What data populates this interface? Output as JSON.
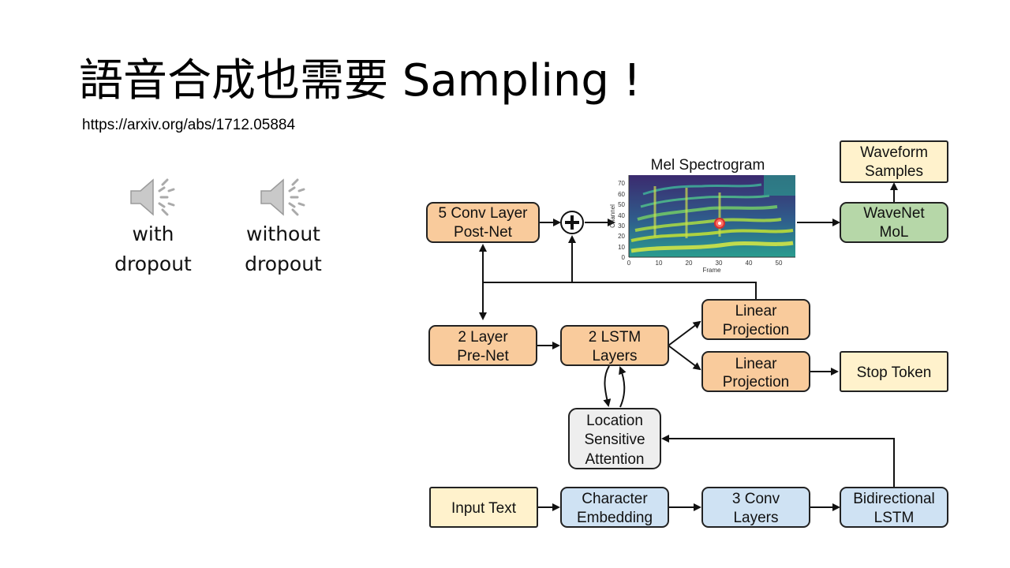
{
  "slide": {
    "title": "語音合成也需要 Sampling !",
    "link": "https://arxiv.org/abs/1712.05884"
  },
  "audio_clips": [
    {
      "label_line1": "with",
      "label_line2": "dropout",
      "icon": "speaker-icon"
    },
    {
      "label_line1": "without",
      "label_line2": "dropout",
      "icon": "speaker-icon"
    }
  ],
  "diagram": {
    "colors": {
      "decoder": "#f9cb9c",
      "encoder": "#cfe2f3",
      "vocoder": "#b6d7a8",
      "io": "#fff2cc",
      "attention": "#eeeeee"
    },
    "nodes": {
      "postnet": [
        "5 Conv Layer",
        "Post-Net"
      ],
      "waveform": [
        "Waveform",
        "Samples"
      ],
      "wavenet": [
        "WaveNet",
        "MoL"
      ],
      "prenet": [
        "2 Layer",
        "Pre-Net"
      ],
      "lstm": [
        "2 LSTM",
        "Layers"
      ],
      "linear1": [
        "Linear",
        "Projection"
      ],
      "linear2": [
        "Linear",
        "Projection"
      ],
      "stop": [
        "Stop Token"
      ],
      "attention": [
        "Location",
        "Sensitive",
        "Attention"
      ],
      "input": [
        "Input Text"
      ],
      "char_emb": [
        "Character",
        "Embedding"
      ],
      "conv3": [
        "3 Conv",
        "Layers"
      ],
      "bilstm": [
        "Bidirectional",
        "LSTM"
      ]
    },
    "spectrogram": {
      "title": "Mel Spectrogram",
      "xlabel": "Frame",
      "ylabel": "Channel",
      "xticks": [
        "0",
        "10",
        "20",
        "30",
        "40",
        "50"
      ],
      "yticks": [
        "0",
        "10",
        "20",
        "30",
        "40",
        "50",
        "60",
        "70"
      ],
      "colors": {
        "background": "#3b2a6e",
        "mid": "#2a9d8f",
        "high": "#c8e04a"
      }
    }
  }
}
